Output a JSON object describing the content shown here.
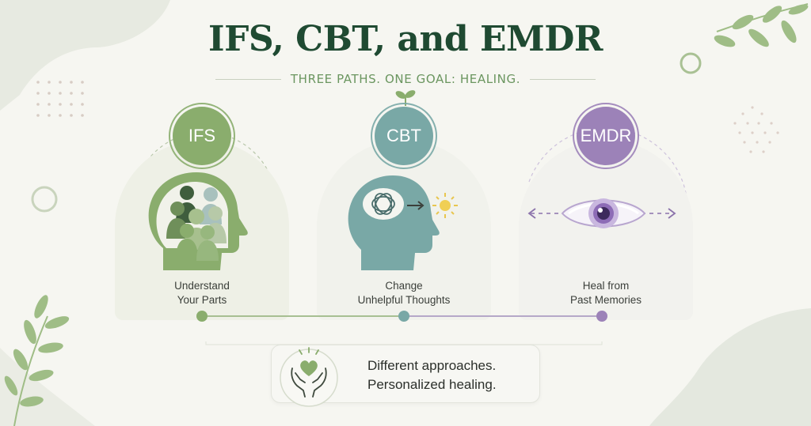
{
  "header": {
    "title": "IFS, CBT, and EMDR",
    "subtitle": "THREE PATHS. ONE GOAL: HEALING."
  },
  "therapies": [
    {
      "name": "IFS",
      "caption_line1": "Understand",
      "caption_line2": "Your Parts",
      "color": "#8aad6d"
    },
    {
      "name": "CBT",
      "caption_line1": "Change",
      "caption_line2": "Unhelpful Thoughts",
      "color": "#79a8a6"
    },
    {
      "name": "EMDR",
      "caption_line1": "Heal from",
      "caption_line2": "Past Memories",
      "color": "#9c82b8"
    }
  ],
  "footer": {
    "line1": "Different approaches.",
    "line2": "Personalized healing."
  },
  "icons": {
    "ifs": "head-with-parts-icon",
    "cbt": "head-thought-to-sun-icon",
    "emdr": "eye-movement-icon",
    "footer": "hands-holding-heart-icon",
    "decor": "leaf-icon"
  }
}
